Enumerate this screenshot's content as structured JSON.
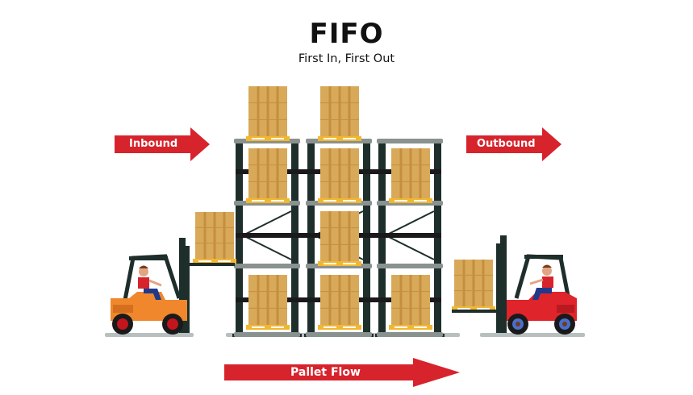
{
  "header": {
    "title": "FIFO",
    "subtitle": "First In, First Out"
  },
  "arrows": {
    "inbound": "Inbound",
    "outbound": "Outbound",
    "flow": "Pallet Flow"
  },
  "colors": {
    "arrow_red": "#d7232c",
    "rack_dark": "#1e2e2b",
    "rack_beam": "#8a9290",
    "box": "#d9a95a",
    "box_dark": "#c48f3f",
    "pallet": "#f1b730",
    "forklift_left_body": "#f0872c",
    "forklift_right_body": "#e0242b",
    "floor_shadow": "#b8bfbf"
  },
  "rack": {
    "bays": 3,
    "levels": 3,
    "loaded_slots": [
      {
        "bay": 1,
        "level": "top-overhang"
      },
      {
        "bay": 2,
        "level": "top-overhang"
      },
      {
        "bay": 1,
        "level": 3
      },
      {
        "bay": 2,
        "level": 3
      },
      {
        "bay": 3,
        "level": 3
      },
      {
        "bay": 2,
        "level": 2
      },
      {
        "bay": 1,
        "level": 1
      },
      {
        "bay": 2,
        "level": 1
      },
      {
        "bay": 3,
        "level": 1
      }
    ]
  },
  "forklifts": [
    {
      "side": "left",
      "role": "loading",
      "color": "orange"
    },
    {
      "side": "right",
      "role": "unloading",
      "color": "red"
    }
  ]
}
